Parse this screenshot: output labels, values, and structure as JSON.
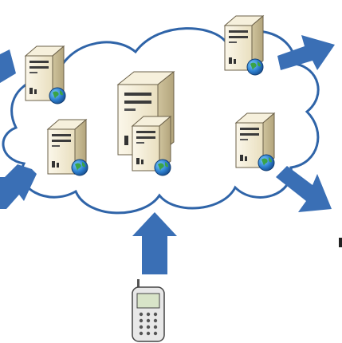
{
  "diagram": {
    "nodes": [
      {
        "type": "server",
        "icon": "server-globe-icon"
      },
      {
        "type": "server",
        "icon": "server-globe-icon"
      },
      {
        "type": "server",
        "icon": "server-globe-icon"
      },
      {
        "type": "server",
        "icon": "server-globe-icon"
      },
      {
        "type": "server",
        "icon": "server-globe-icon"
      },
      {
        "type": "server-cluster",
        "icon": "large-server-icon"
      },
      {
        "type": "mobile-phone",
        "icon": "mobile-phone-icon"
      }
    ],
    "container": {
      "type": "cloud",
      "icon": "cloud-icon"
    },
    "arrows": [
      {
        "direction": "out-left-top"
      },
      {
        "direction": "out-left-bottom"
      },
      {
        "direction": "out-right-top"
      },
      {
        "direction": "out-right-bottom"
      },
      {
        "direction": "in-from-phone"
      }
    ]
  },
  "colors": {
    "arrow": "#3a6fb5",
    "cloud_outline": "#2f64a8",
    "server_body": "#f1ead3",
    "globe": "#2d7fd0"
  }
}
